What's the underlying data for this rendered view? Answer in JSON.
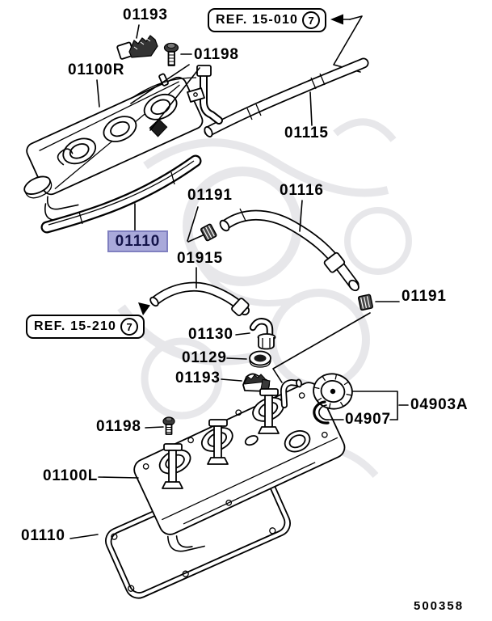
{
  "diagram": {
    "drawing_number": "500358",
    "callouts": {
      "c01193_top": "01193",
      "c01198_top": "01198",
      "c01100R": "01100R",
      "c01115": "01115",
      "c01191_mid": "01191",
      "c01116": "01116",
      "c01110_highlight": "01110",
      "c01915": "01915",
      "c01191_right": "01191",
      "c01130": "01130",
      "c01129": "01129",
      "c01193_mid": "01193",
      "c04903A": "04903A",
      "c04907": "04907",
      "c01198_bottom": "01198",
      "c01100L": "01100L",
      "c01110_bottom": "01110"
    },
    "refs": {
      "top": {
        "label": "REF. 15-010",
        "circle": "7"
      },
      "bottom": {
        "label": "REF. 15-210",
        "circle": "7"
      }
    },
    "highlight": {
      "bg": "#a9a9da",
      "border": "#8080c0"
    }
  }
}
